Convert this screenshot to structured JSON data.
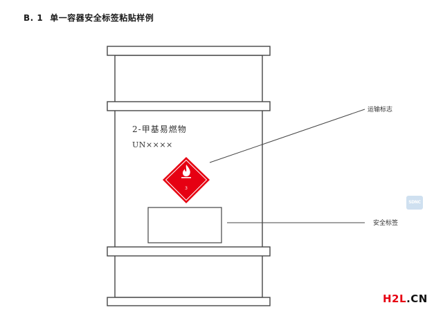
{
  "heading": {
    "number": "B. 1",
    "title": "单一容器安全标签粘贴样例"
  },
  "drum": {
    "product_name": "2-甲基易燃物",
    "un_number": "UN××××",
    "hazard_class": "3"
  },
  "callouts": {
    "transport_label": "运输标志",
    "safety_label": "安全标签"
  },
  "watermark": {
    "text": "SDNC"
  },
  "brand": {
    "prefix": "H2L",
    "suffix": ".CN",
    "prefix_color": "#e60012",
    "suffix_color": "#111111"
  },
  "colors": {
    "hazard_red": "#e60012",
    "line": "#444444"
  }
}
